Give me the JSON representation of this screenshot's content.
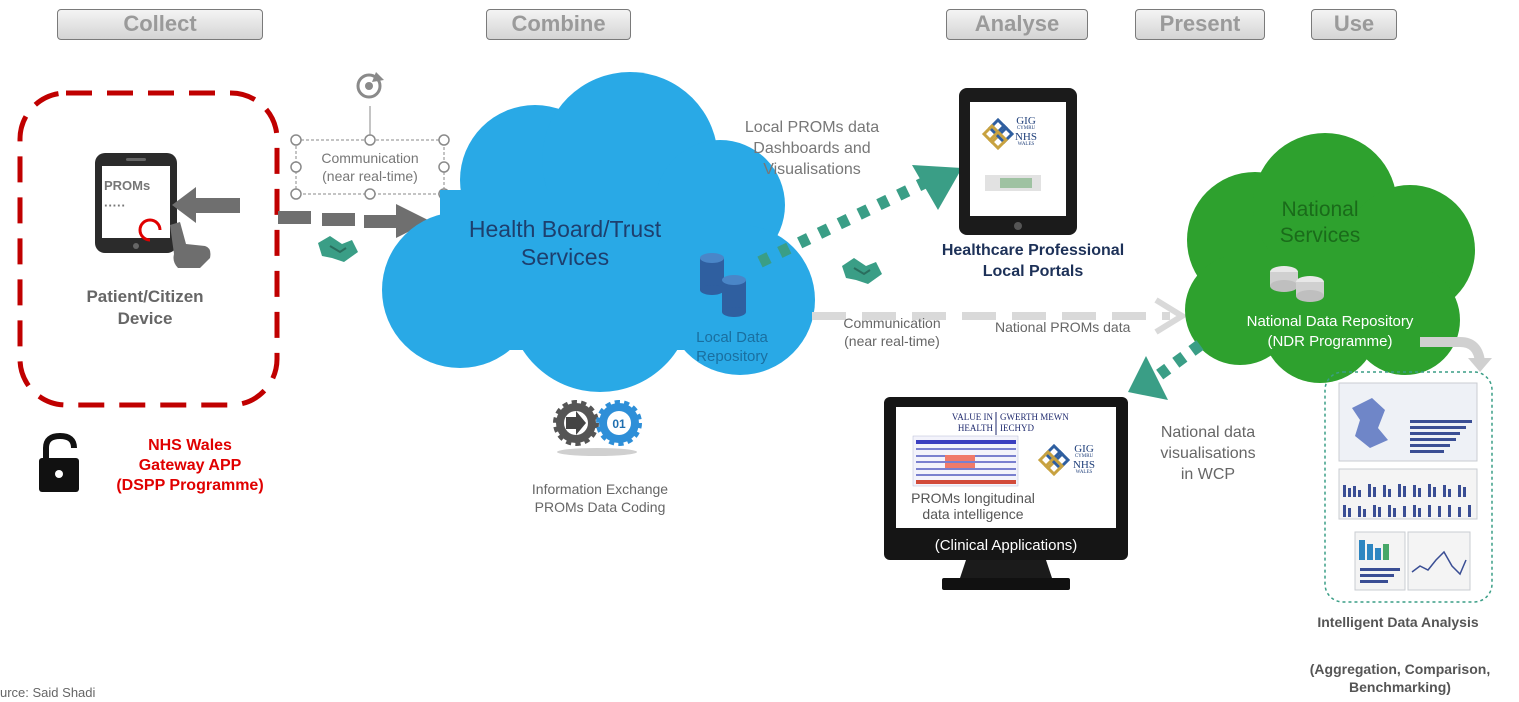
{
  "stages": {
    "collect": "Collect",
    "combine": "Combine",
    "analyse": "Analyse",
    "present": "Present",
    "use": "Use"
  },
  "device": {
    "screen_title": "PROMs",
    "screen_dots": "·····",
    "label_line1": "Patient/Citizen",
    "label_line2": "Device"
  },
  "gateway": {
    "line1": "NHS Wales",
    "line2": "Gateway APP",
    "line3": "(DSPP Programme)"
  },
  "comm_top": {
    "line1": "Communication",
    "line2": "(near real-time)"
  },
  "cloud_hb": {
    "title_line1": "Health Board/Trust",
    "title_line2": "Services",
    "repo_line1": "Local Data",
    "repo_line2": "Repository"
  },
  "info_exchange": {
    "line1": "Information Exchange",
    "line2": "PROMs Data Coding"
  },
  "local_proms": {
    "line1": "Local PROMs data",
    "line2": "Dashboards and",
    "line3": "Visualisations"
  },
  "portal": {
    "line1": "Healthcare Professional",
    "line2": "Local Portals"
  },
  "comm_mid": {
    "line1": "Communication",
    "line2": "(near real-time)"
  },
  "national_proms": "National PROMs data",
  "cloud_nat": {
    "title_line1": "National",
    "title_line2": "Services",
    "repo_line1": "National Data Repository",
    "repo_line2": "(NDR Programme)"
  },
  "national_vis": {
    "line1": "National data",
    "line2": "visualisations",
    "line3": "in WCP"
  },
  "monitor": {
    "value_left_1": "VALUE IN",
    "value_left_2": "HEALTH",
    "value_right_1": "GWERTH MEWN",
    "value_right_2": "IECHYD",
    "caption_line1": "PROMs longitudinal",
    "caption_line2": "data intelligence",
    "footer": "(Clinical Applications)"
  },
  "nhs_logo": {
    "gig": "GIG",
    "cymru": "CYMRU",
    "nhs": "NHS",
    "wales": "WALES"
  },
  "ida": {
    "title": "Intelligent Data Analysis",
    "sub_line1": "(Aggregation, Comparison,",
    "sub_line2": "Benchmarking)"
  },
  "source": "urce: Said Shadi",
  "colors": {
    "cloud_blue": "#29a9e6",
    "cloud_green": "#2ea12e",
    "teal_arrow": "#3a9e86",
    "grey_arrow": "#6f6f6f",
    "light_dash": "#d9d9d9",
    "red_dash": "#c00000",
    "gateway_red": "#e00000"
  }
}
